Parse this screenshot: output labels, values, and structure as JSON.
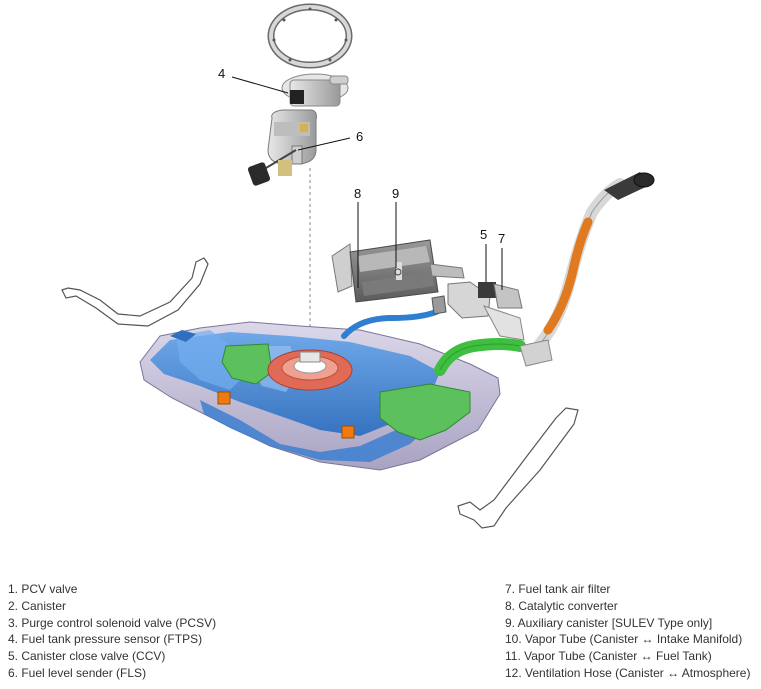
{
  "callouts": {
    "c4": "4",
    "c6": "6",
    "c8": "8",
    "c9": "9",
    "c5": "5",
    "c7": "7"
  },
  "legend": {
    "left": [
      "1. PCV valve",
      "2. Canister",
      "3. Purge control solenoid valve (PCSV)",
      "4. Fuel tank pressure sensor (FTPS)",
      "5. Canister close valve (CCV)",
      "6. Fuel level sender (FLS)"
    ],
    "right": [
      "7. Fuel tank air filter",
      "8. Catalytic converter",
      "9. Auxiliary canister [SULEV Type only]",
      "10. Vapor Tube (Canister ↔ Intake Manifold)",
      "11. Vapor Tube (Canister ↔ Fuel Tank)",
      "12. Ventilation Hose (Canister ↔ Atmosphere)"
    ]
  },
  "colors": {
    "tank_blue": "#4a90d8",
    "tank_shell": "#c9c3dd",
    "green_panel": "#5cc05c",
    "pump_ring": "#e06a55",
    "hose_green": "#3fbf3f",
    "filler_orange": "#e07a20",
    "hose_blue": "#2f7fd0",
    "orange_tab": "#f07a10"
  }
}
